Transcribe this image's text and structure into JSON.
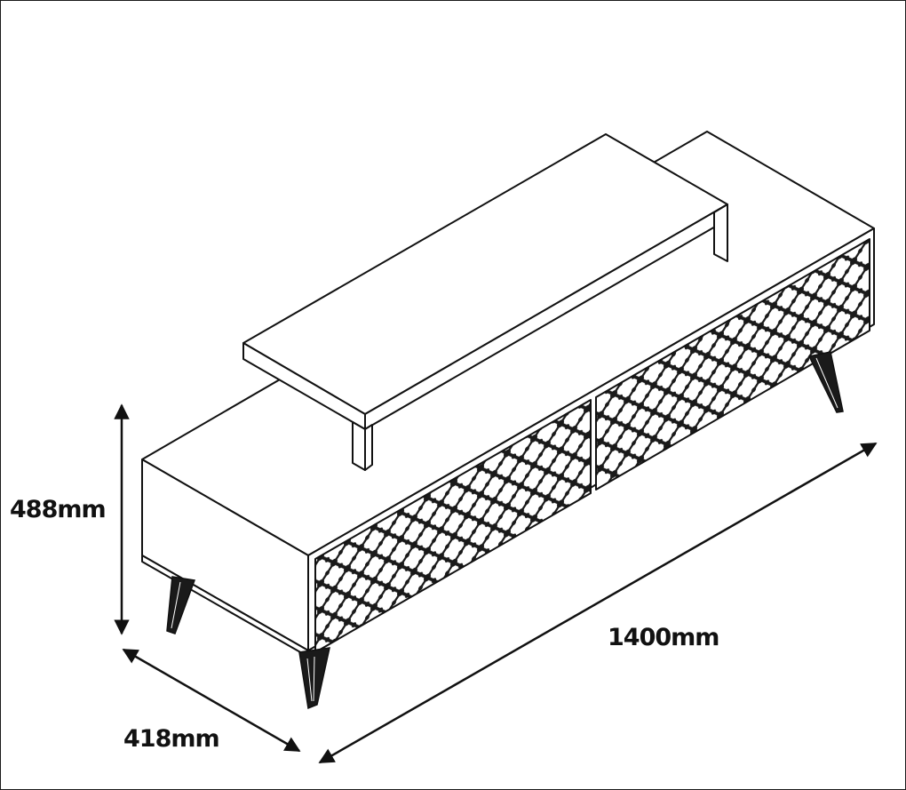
{
  "dimensions": {
    "height": "488mm",
    "length": "1400mm",
    "depth": "418mm"
  },
  "colors": {
    "line": "#111111",
    "fill": "#ffffff",
    "pattern": "#1a1a1a"
  }
}
